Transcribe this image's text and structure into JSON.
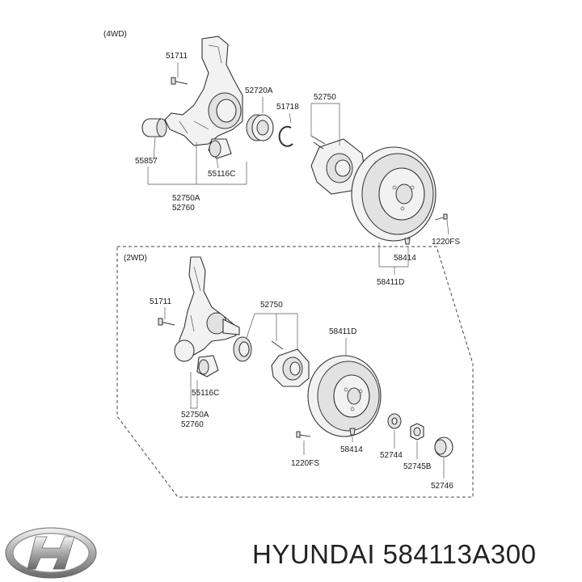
{
  "sections": {
    "top_label": "(4WD)",
    "bottom_label": "(2WD)"
  },
  "labels_4wd": {
    "p51711": "51711",
    "p52720a": "52720A",
    "p51718": "51718",
    "p52750": "52750",
    "p55857": "55857",
    "p55116c": "55116C",
    "p52750a": "52750A",
    "p52760": "52760",
    "p1220fs": "1220FS",
    "p58414": "58414",
    "p58411d": "58411D"
  },
  "labels_2wd": {
    "p51711": "51711",
    "p52750": "52750",
    "p58411d": "58411D",
    "p55116c": "55116C",
    "p52750a": "52750A",
    "p52760": "52760",
    "p58414": "58414",
    "p52744": "52744",
    "p1220fs": "1220FS",
    "p52745b": "52745B",
    "p52746": "52746"
  },
  "footer": {
    "brand_text": "HYUNDAI 584113A300",
    "logo_icon": "hyundai-logo-icon"
  }
}
